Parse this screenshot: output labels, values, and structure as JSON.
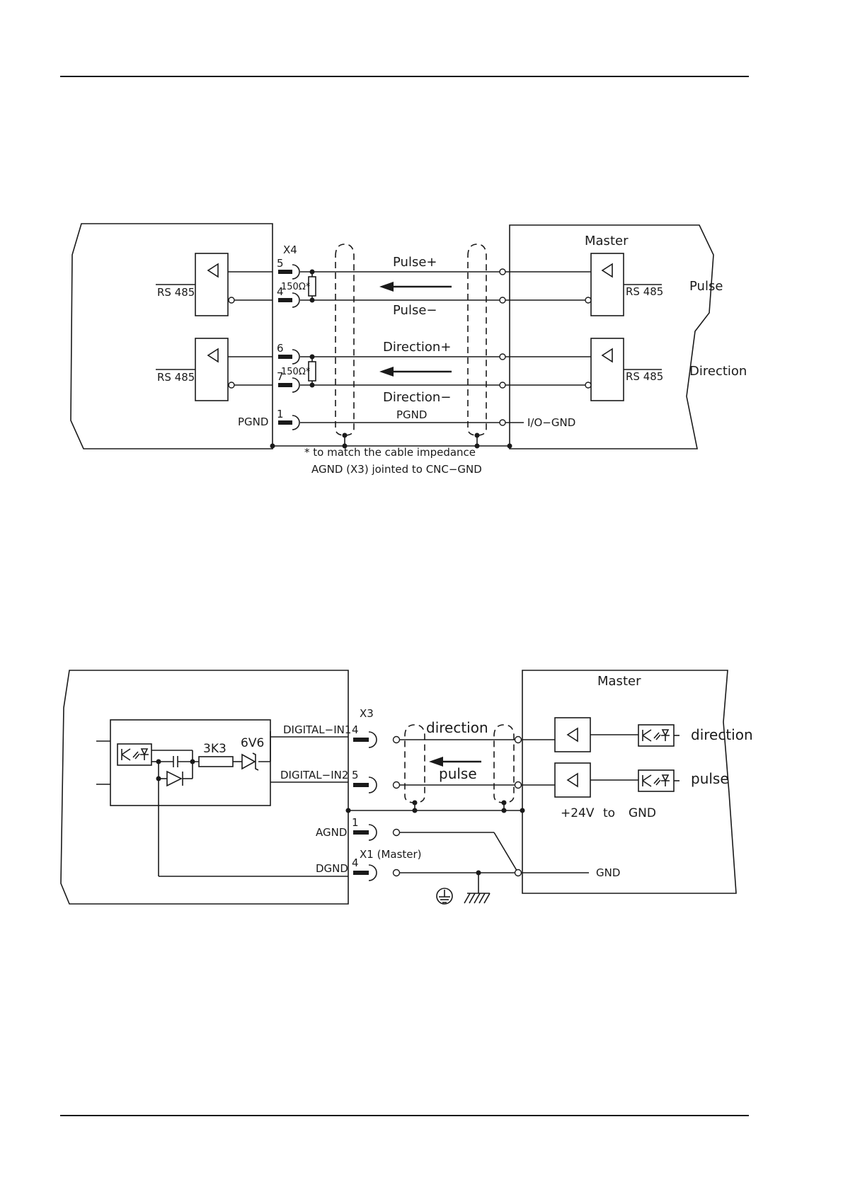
{
  "diagram1": {
    "connector": "X4",
    "pins": {
      "p5": "5",
      "p4": "4",
      "p6": "6",
      "p7": "7",
      "p1": "1"
    },
    "resistor1": "150Ω*",
    "resistor2": "150Ω*",
    "left_rs485_top": "RS 485",
    "left_rs485_bottom": "RS 485",
    "pgnd_left": "PGND",
    "pulse_plus": "Pulse+",
    "pulse_minus": "Pulse−",
    "direction_plus": "Direction+",
    "direction_minus": "Direction−",
    "pgnd_wire": "PGND",
    "io_gnd": "I/O−GND",
    "master_title": "Master",
    "right_rs485_top": "RS 485",
    "right_rs485_bottom": "RS 485",
    "side_pulse": "Pulse",
    "side_direction": "Direction",
    "note1": "* to match the cable impedance",
    "note2": "AGND (X3) jointed to CNC−GND"
  },
  "diagram2": {
    "connector_x3": "X3",
    "connector_x1": "X1 (Master)",
    "pins": {
      "p4a": "4",
      "p5": "5",
      "p1": "1",
      "p4b": "4"
    },
    "resistor_value": "3K3",
    "zener_value": "6V6",
    "digital_in1": "DIGITAL−IN1",
    "digital_in2": "DIGITAL−IN2",
    "agnd": "AGND",
    "dgnd": "DGND",
    "wire_direction": "direction",
    "wire_pulse": "pulse",
    "master_title": "Master",
    "side_direction": "direction",
    "side_pulse": "pulse",
    "supply_plus": "+24V",
    "supply_to": "to",
    "supply_gnd": "GND",
    "gnd": "GND"
  }
}
